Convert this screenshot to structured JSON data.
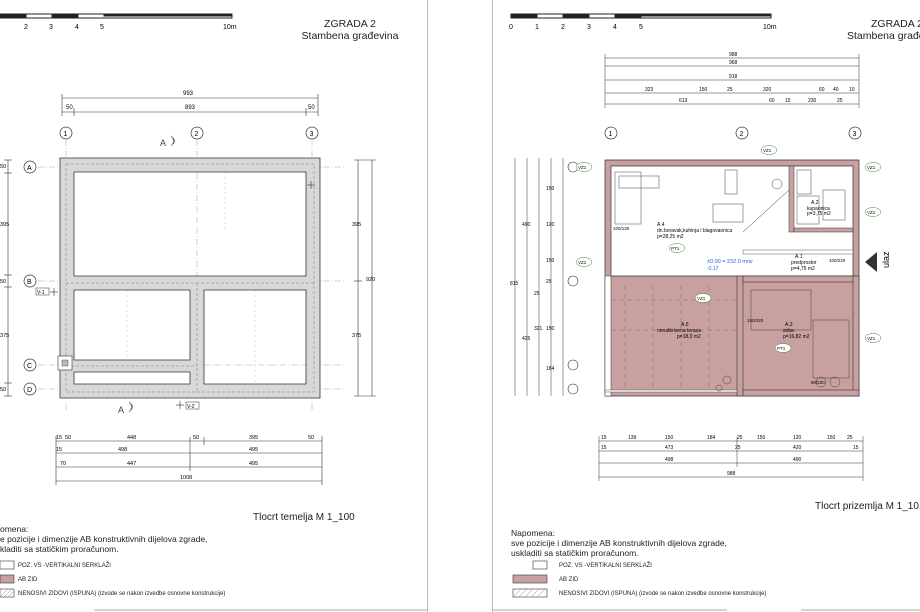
{
  "left_sheet": {
    "scale_bar": {
      "ticks": [
        "2",
        "3",
        "4",
        "5"
      ],
      "end_label": "10m"
    },
    "project": {
      "line1": "ZGRADA 2",
      "line2": "Stambena građevina"
    },
    "plan_title": "Tlocrt temelja M 1_100",
    "axes": {
      "columns": [
        "1",
        "2",
        "3"
      ],
      "rows": [
        "A",
        "B",
        "C",
        "D"
      ]
    },
    "dims_top": {
      "total": "993",
      "left": "50",
      "mid": "893",
      "right": "50"
    },
    "dims_bottom": {
      "row1": [
        "15",
        "50",
        "448",
        "50",
        "395",
        "50"
      ],
      "row2": [
        "15",
        "498",
        "495"
      ],
      "row3": [
        "70",
        "447",
        "495"
      ],
      "total": "1008"
    },
    "dims_left": [
      "50",
      "395",
      "50",
      "375",
      "50"
    ],
    "dims_right": [
      "395",
      "920",
      "375"
    ],
    "markers": {
      "section_a": "A",
      "col_v1": "V-1",
      "col_v2": "V-2"
    },
    "note": {
      "heading": "omena:",
      "line1": "e pozicije i dimenzije AB konstruktivnih dijelova zgrade,",
      "line2": "kladiti sa statičkim proračunom."
    }
  },
  "right_sheet": {
    "scale_bar": {
      "ticks": [
        "0",
        "1",
        "2",
        "3",
        "4",
        "5"
      ],
      "end_label": "10m"
    },
    "project": {
      "line1": "ZGRADA 2",
      "line2": "Stambena građe"
    },
    "plan_title": "Tlocrt prizemlja M 1_10",
    "axes": {
      "columns": [
        "1",
        "2",
        "3"
      ]
    },
    "dims_top": [
      "988",
      "968",
      "918",
      "323",
      "150",
      "25",
      "320",
      "60",
      "40",
      "10",
      "613",
      "15",
      "60",
      "230",
      "25"
    ],
    "dims_bottom": {
      "row1": [
        "15",
        "15",
        "139",
        "150",
        "184",
        "25",
        "150",
        "120",
        "150",
        "25",
        "15"
      ],
      "row2": [
        "473",
        "25",
        "420"
      ],
      "row3": [
        "498",
        "490"
      ],
      "total": "988"
    },
    "dims_left": [
      "815",
      "490",
      "425",
      "150",
      "120",
      "150",
      "25",
      "25",
      "150",
      "321",
      "184"
    ],
    "rooms": [
      {
        "id": "A.4",
        "name": "dn.boravak,kuhinja i blagovaonica",
        "area": "p=28,25 m2"
      },
      {
        "id": "A.2",
        "name": "kupaonica",
        "area": "p=3,75 m2"
      },
      {
        "id": "A.1",
        "name": "predprostor",
        "area": "p=4,75 m2"
      },
      {
        "id": "A.5",
        "name": "nenatkrivena terasa",
        "area": "p=18,0 m2"
      },
      {
        "id": "A.3",
        "name": "soba",
        "area": "p=16,82 m2"
      }
    ],
    "floor_tag": "PT1",
    "level_tag": "±0.00 = 232.0 mnv",
    "level_sub": "-0.17",
    "entrance": "ulaz",
    "vz_tags": [
      "VZ1",
      "VZ1",
      "VZ1",
      "VZ1",
      "VZ1",
      "VZ1",
      "VZ1"
    ],
    "window_codes": [
      "100/130",
      "100/220",
      "150/220",
      "80/220"
    ],
    "note": {
      "heading": "Napomena:",
      "line1": "sve pozicije i dimenzije AB konstruktivnih dijelova zgrade,",
      "line2": "uskladiti sa statičkim proračunom."
    }
  },
  "legend": [
    {
      "label": "POZ.  VS -VERTIKALNI SERKLAŽI",
      "style": "plain"
    },
    {
      "label": "AB ZID",
      "style": "pink"
    },
    {
      "label": "NENOSIVI ZIDOVI (ISPUNA) (izvode se nakon izvedbe osnovne konstrukcije)",
      "style": "hatch"
    }
  ],
  "colors": {
    "line": "#333333",
    "ab_wall": "#c9a0a0",
    "foundation": "#d8d8d8",
    "green_tag": "#3a8a3a",
    "blue_mark": "#2a64c8"
  }
}
